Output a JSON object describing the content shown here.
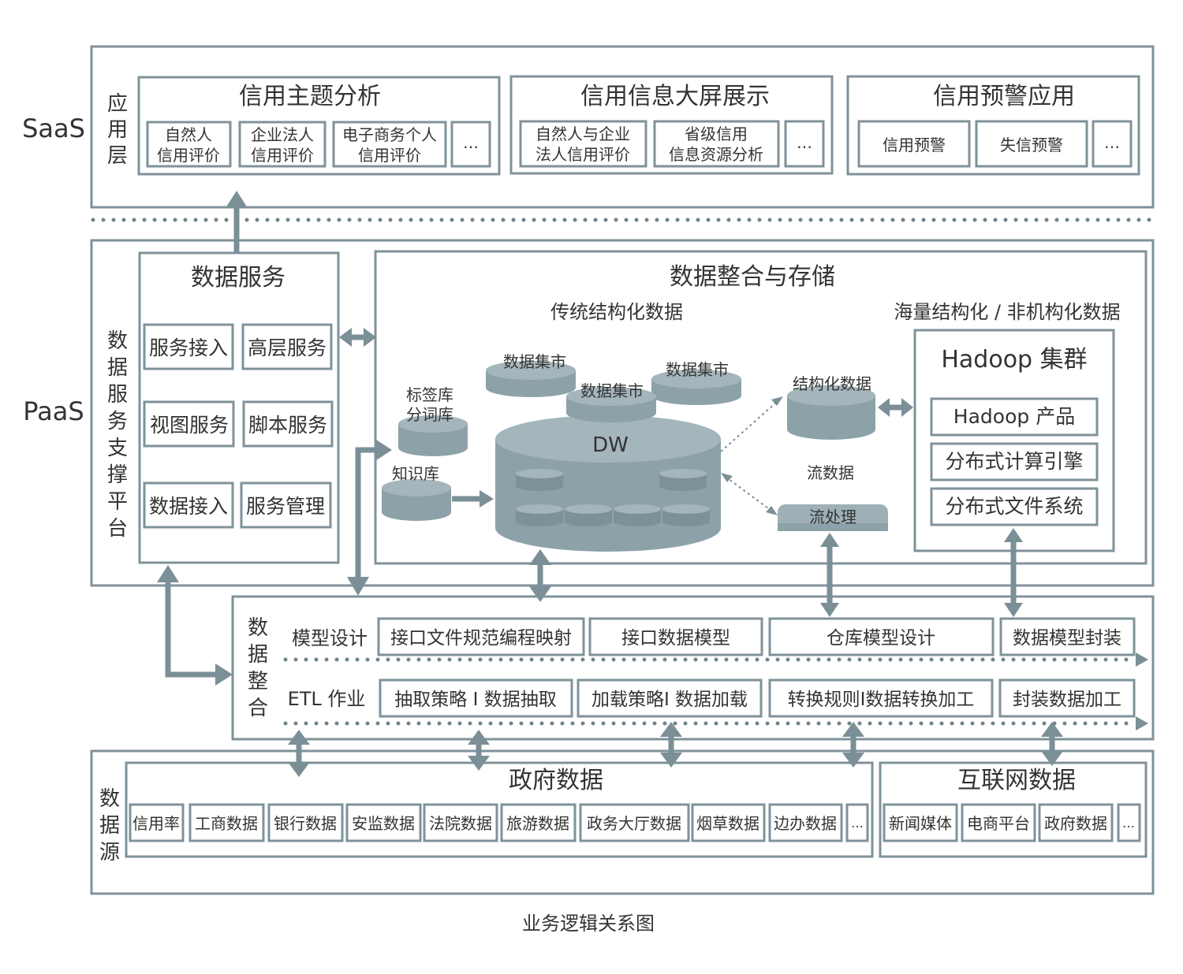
{
  "layers": {
    "saas": "SaaS",
    "paas": "PaaS",
    "app_layer": [
      "应",
      "用",
      "层"
    ],
    "platform": [
      "数",
      "据",
      "服",
      "务",
      "支",
      "撑",
      "平",
      "台"
    ],
    "integration": [
      "数",
      "据",
      "整",
      "合"
    ],
    "source": [
      "数",
      "据",
      "源"
    ]
  },
  "saas_groups": [
    {
      "title": "信用主题分析",
      "items": [
        [
          "自然人",
          "信用评价"
        ],
        [
          "企业法人",
          "信用评价"
        ],
        [
          "电子商务个人",
          "信用评价"
        ],
        [
          "…"
        ]
      ]
    },
    {
      "title": "信用信息大屏展示",
      "items": [
        [
          "自然人与企业",
          "法人信用评价"
        ],
        [
          "省级信用",
          "信息资源分析"
        ],
        [
          "…"
        ]
      ]
    },
    {
      "title": "信用预警应用",
      "items": [
        [
          "信用预警"
        ],
        [
          "失信预警"
        ],
        [
          "…"
        ]
      ]
    }
  ],
  "data_services": {
    "title": "数据服务",
    "items": [
      "服务接入",
      "高层服务",
      "视图服务",
      "脚本服务",
      "数据接入",
      "服务管理"
    ]
  },
  "storage": {
    "title": "数据整合与存储",
    "traditional": "传统结构化数据",
    "massive": "海量结构化 / 非机构化数据",
    "mart": "数据集市",
    "tag_lib": [
      "标签库",
      "分词库"
    ],
    "knowledge": "知识库",
    "dw": "DW",
    "structured": "结构化数据",
    "stream_data": "流数据",
    "stream_proc": "流处理",
    "hadoop": {
      "title": "Hadoop 集群",
      "items": [
        "Hadoop 产品",
        "分布式计算引擎",
        "分布式文件系统"
      ]
    }
  },
  "integration": {
    "model_label": "模型设计",
    "model_items": [
      "接口文件规范编程映射",
      "接口数据模型",
      "仓库模型设计",
      "数据模型封装"
    ],
    "etl_label": "ETL 作业",
    "etl_items": [
      "抽取策略 Ⅰ 数据抽取",
      "加载策略Ⅰ 数据加载",
      "转换规则Ⅰ数据转换加工",
      "封装数据加工"
    ]
  },
  "sources": {
    "gov_title": "政府数据",
    "gov_items": [
      "信用率",
      "工商数据",
      "银行数据",
      "安监数据",
      "法院数据",
      "旅游数据",
      "政务大厅数据",
      "烟草数据",
      "边办数据",
      "…"
    ],
    "net_title": "互联网数据",
    "net_items": [
      "新闻媒体",
      "电商平台",
      "政府数据",
      "…"
    ]
  },
  "caption": "业务逻辑关系图"
}
